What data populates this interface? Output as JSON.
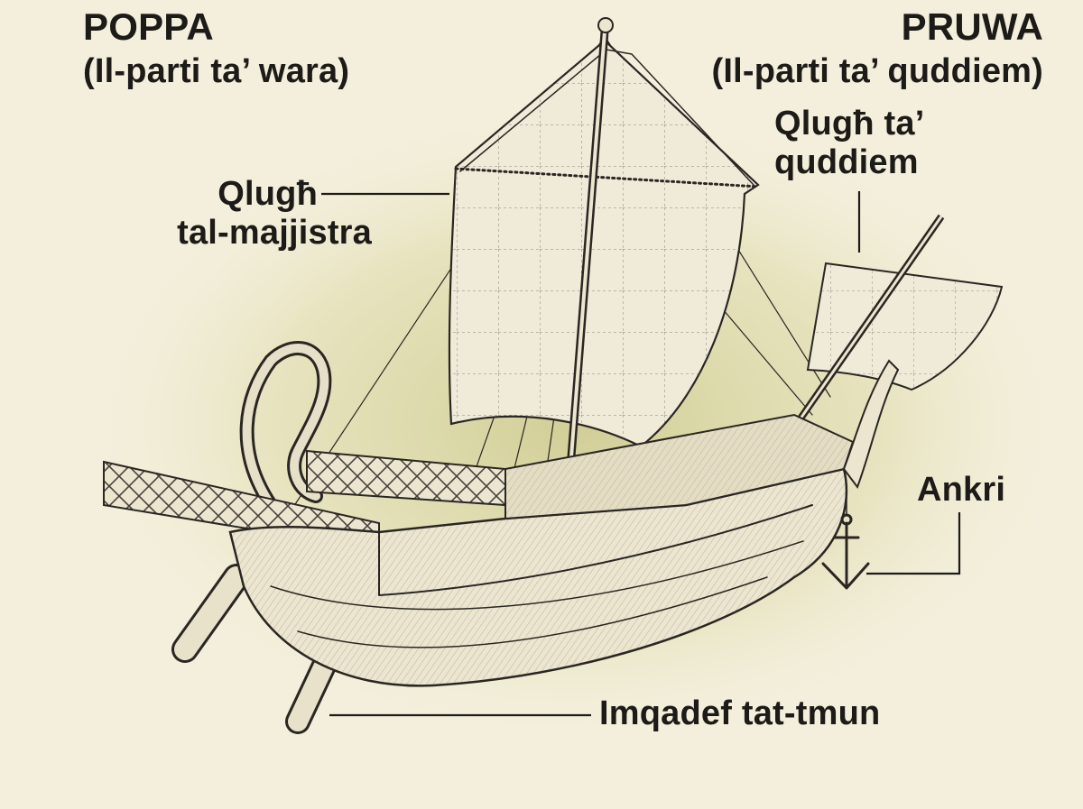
{
  "colors": {
    "background": "#f3efdc",
    "wash": "#d9d6a6",
    "ink": "#1d1b18",
    "hull": "#ece6d0",
    "sail": "#f0ebd9"
  },
  "labels": {
    "stern_title": "POPPA",
    "stern_subtitle": "(Il-parti ta’ wara)",
    "bow_title": "PRUWA",
    "bow_subtitle": "(Il-parti ta’ quddiem)",
    "foresail_line1": "Qlugħ ta’",
    "foresail_line2": "quddiem",
    "mainsail_line1": "Qlugħ",
    "mainsail_line2": "tal-majjistra",
    "anchor": "Ankri",
    "rudder": "Imqadef tat-tmun"
  },
  "icons": {
    "ship": "roman-merchant-ship-illustration"
  }
}
